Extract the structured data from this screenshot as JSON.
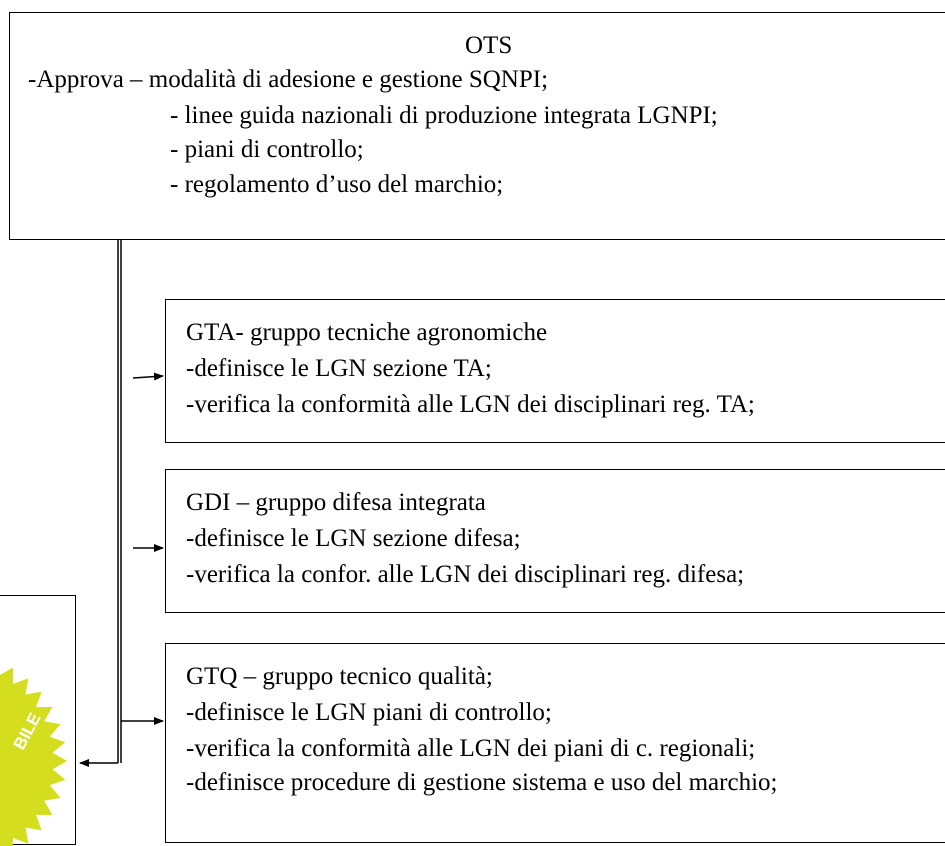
{
  "ots": {
    "title": "OTS",
    "lines": [
      "-Approva – modalità di adesione e gestione SQNPI;",
      "- linee guida nazionali di produzione integrata LGNPI;",
      "- piani di controllo;",
      "- regolamento d’uso del marchio;"
    ]
  },
  "gta": {
    "lines": [
      "GTA- gruppo tecniche agronomiche",
      "-definisce le LGN sezione TA;",
      "-verifica la conformità alle LGN dei disciplinari reg. TA;"
    ]
  },
  "gdi": {
    "lines": [
      "GDI – gruppo difesa integrata",
      "-definisce le LGN sezione difesa;",
      "-verifica la confor. alle LGN dei disciplinari reg. difesa;"
    ]
  },
  "gtq": {
    "lines": [
      "GTQ – gruppo tecnico qualità;",
      "-definisce le LGN piani di controllo;",
      "-verifica la conformità alle LGN dei piani di c. regionali;",
      "-definisce procedure di gestione sistema e uso del marchio;"
    ]
  },
  "badge": {
    "text": "BILE",
    "color": "#d4de1f"
  }
}
